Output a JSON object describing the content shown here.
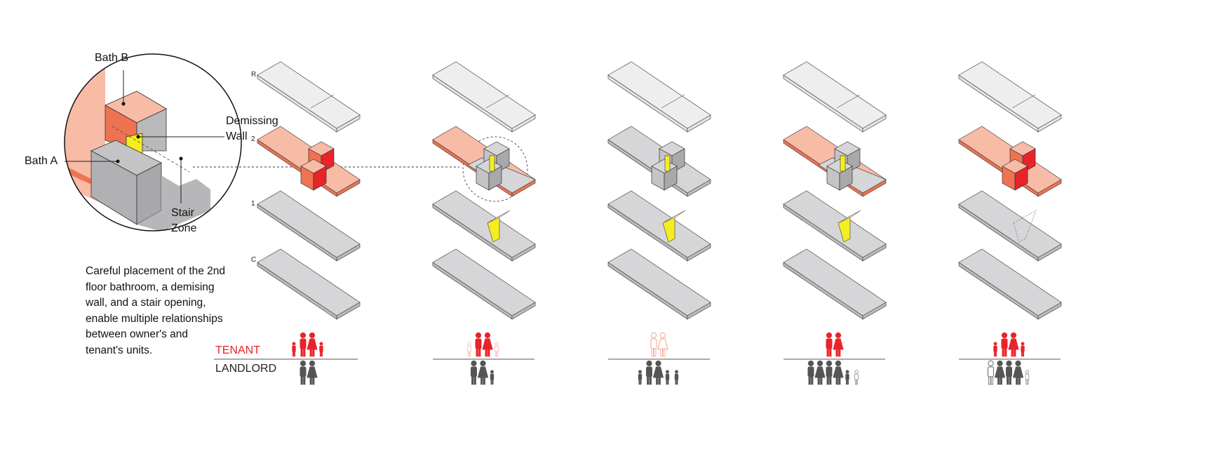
{
  "callouts": {
    "bath_b": "Bath B",
    "demising": [
      "Demissing",
      "Wall"
    ],
    "bath_a": "Bath A",
    "stair": [
      "Stair",
      "Zone"
    ]
  },
  "levels": [
    "R",
    "2",
    "1",
    "C"
  ],
  "description": [
    "Careful placement of the 2nd",
    "floor bathroom, a demising",
    "wall, and a stair opening,",
    "enable multiple relationships",
    "between owner's and",
    "tenant's units."
  ],
  "legend": {
    "tenant": "TENANT",
    "landlord": "LANDLORD"
  },
  "colors": {
    "salmon": "#f8bba6",
    "red": "#e8242a",
    "orange": "#ef7351",
    "grey": "#d6d6d8",
    "light": "#eeeeee",
    "yellow": "#f5ee1e",
    "dark": "#555555"
  },
  "scenarios": [
    {
      "level2": "salmon",
      "boxes": "red",
      "stair": "none",
      "tenant": [
        [
          "c",
          "red"
        ],
        [
          "m",
          "red"
        ],
        [
          "w",
          "red"
        ],
        [
          "c",
          "red"
        ]
      ],
      "landlord": [
        [
          "m",
          "dark"
        ],
        [
          "w",
          "dark"
        ]
      ]
    },
    {
      "level2": "split",
      "boxes": "grey",
      "stair": "yellow",
      "tenant": [
        [
          "c",
          "outline-red"
        ],
        [
          "m",
          "red"
        ],
        [
          "w",
          "red"
        ],
        [
          "c",
          "outline-red"
        ]
      ],
      "landlord": [
        [
          "m",
          "dark"
        ],
        [
          "w",
          "dark"
        ],
        [
          "c",
          "dark"
        ]
      ]
    },
    {
      "level2": "grey",
      "boxes": "grey",
      "stair": "yellow",
      "tenant": [
        [
          "m",
          "outline-red"
        ],
        [
          "w",
          "outline-red"
        ]
      ],
      "landlord": [
        [
          "c",
          "dark"
        ],
        [
          "m",
          "dark"
        ],
        [
          "w",
          "dark"
        ],
        [
          "c",
          "dark"
        ],
        [
          "c",
          "dark"
        ]
      ]
    },
    {
      "level2": "split",
      "boxes": "grey",
      "stair": "yellow",
      "tenant": [
        [
          "m",
          "red"
        ],
        [
          "w",
          "red"
        ]
      ],
      "landlord": [
        [
          "m",
          "dark"
        ],
        [
          "w",
          "dark"
        ],
        [
          "m",
          "dark"
        ],
        [
          "w",
          "dark"
        ],
        [
          "c",
          "dark"
        ],
        [
          "c",
          "outline"
        ]
      ]
    },
    {
      "level2": "salmon",
      "boxes": "red",
      "stair": "dashed",
      "tenant": [
        [
          "c",
          "red"
        ],
        [
          "m",
          "red"
        ],
        [
          "w",
          "red"
        ],
        [
          "c",
          "red"
        ]
      ],
      "landlord": [
        [
          "m",
          "outline"
        ],
        [
          "w",
          "dark"
        ],
        [
          "m",
          "dark"
        ],
        [
          "w",
          "dark"
        ],
        [
          "c",
          "outline"
        ]
      ]
    }
  ]
}
